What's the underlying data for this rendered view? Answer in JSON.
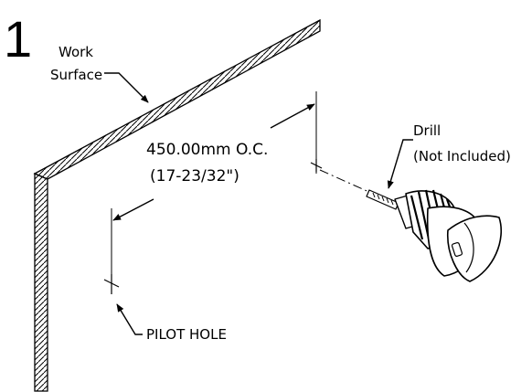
{
  "step_number": "1",
  "labels": {
    "work_surface_line1": "Work",
    "work_surface_line2": "Surface",
    "spacing_metric": "450.00mm O.C.",
    "spacing_imperial": "(17-23/32\")",
    "drill_line1": "Drill",
    "drill_line2": "(Not Included)",
    "pilot_hole": "PILOT HOLE"
  },
  "icons": [
    "drill-icon"
  ]
}
